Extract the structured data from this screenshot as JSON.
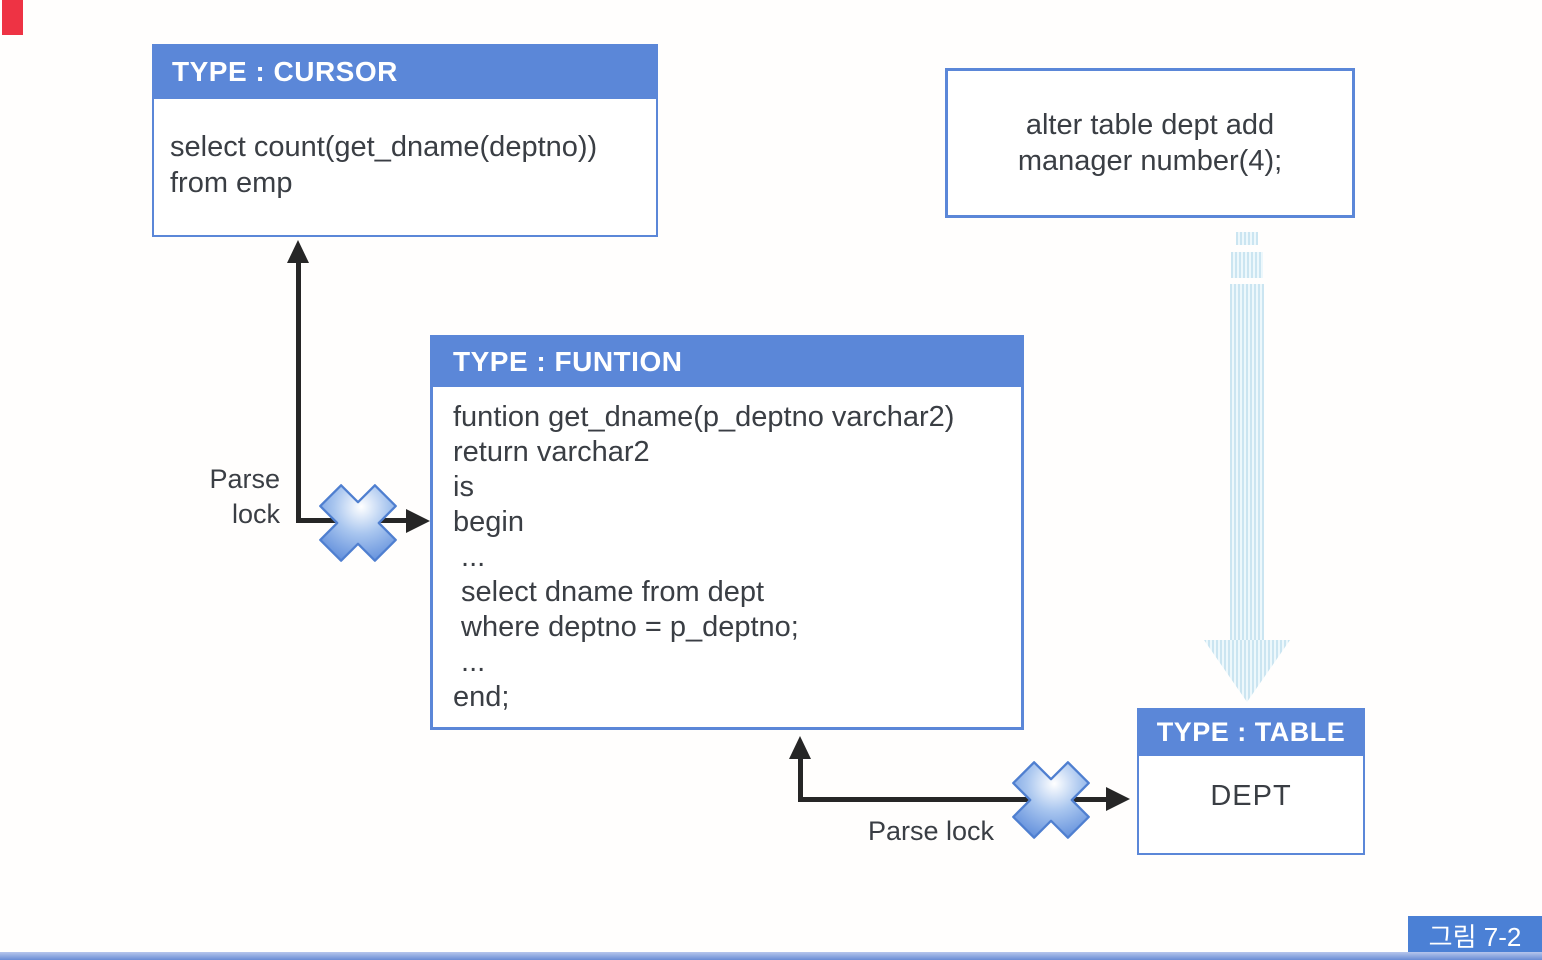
{
  "cursor_box": {
    "header": "TYPE : CURSOR",
    "lines": [
      "select count(get_dname(deptno))",
      "from emp"
    ]
  },
  "alter_box": {
    "lines": [
      "alter table dept add",
      "manager number(4);"
    ]
  },
  "function_box": {
    "header": "TYPE : FUNTION",
    "lines": [
      "funtion get_dname(p_deptno varchar2)",
      "return varchar2",
      "is",
      "begin",
      " ...",
      " select dname from dept",
      " where deptno = p_deptno;",
      " ...",
      "end;"
    ]
  },
  "table_box": {
    "header": "TYPE : TABLE",
    "body": "DEPT"
  },
  "labels": {
    "parse_lock_left_line1": "Parse",
    "parse_lock_left_line2": "lock",
    "parse_lock_right": "Parse lock"
  },
  "caption": "그림 7-2",
  "colors": {
    "header_blue": "#5b87d8",
    "caption_blue": "#4b80d5",
    "pale_arrow_blue": "#d9edf5",
    "arrow_black": "#262626",
    "text_dark": "#3a3e44",
    "red_mark": "#ee3344"
  }
}
